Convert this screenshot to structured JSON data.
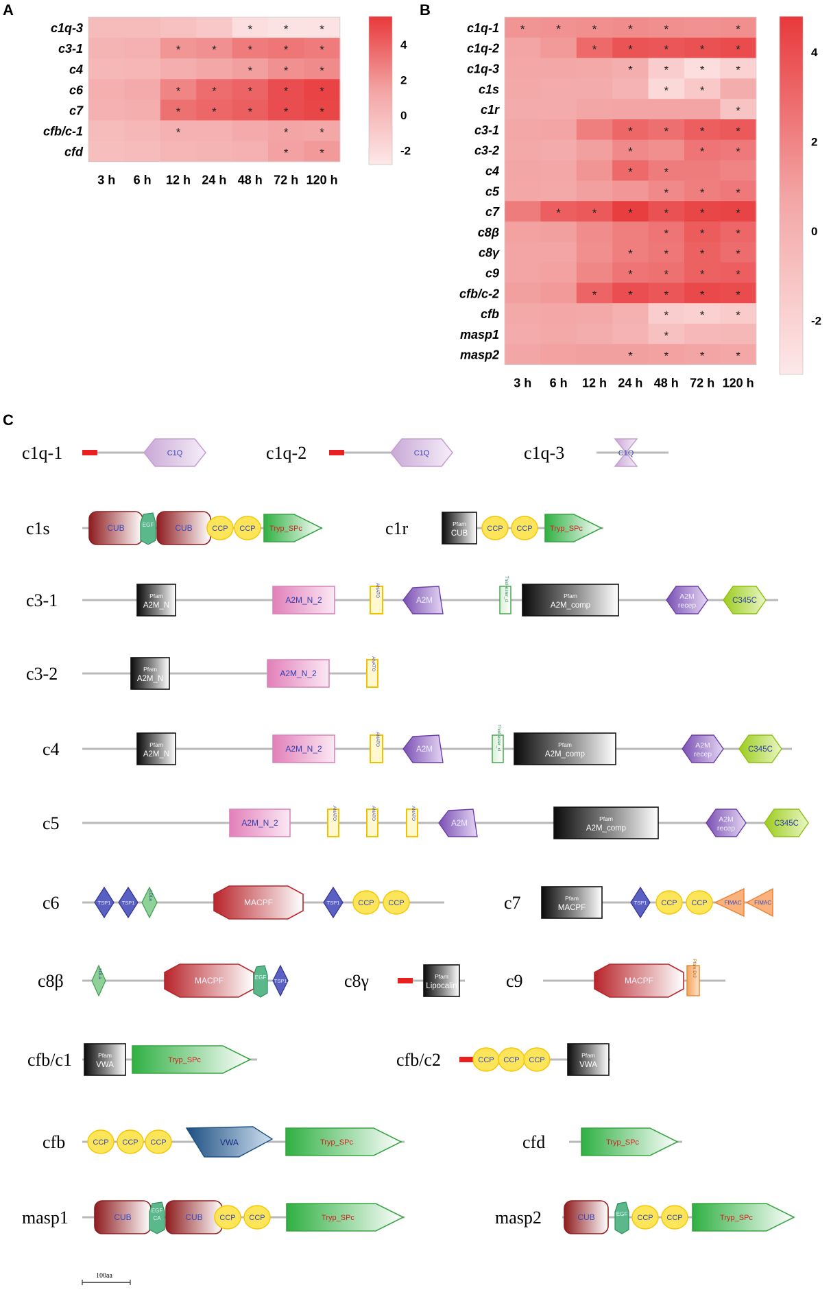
{
  "panel_labels": {
    "a": "A",
    "b": "B",
    "c": "C"
  },
  "colors": {
    "low": "#fde8e8",
    "mid": "#f3a4a4",
    "high": "#e8393b",
    "star": "#222222"
  },
  "chart_data": [
    {
      "id": "A",
      "type": "heatmap",
      "x": [
        "3 h",
        "6 h",
        "12 h",
        "24 h",
        "48 h",
        "72 h",
        "120 h"
      ],
      "y": [
        "c1q-3",
        "c3-1",
        "c4",
        "c6",
        "c7",
        "cfb/c-1",
        "cfd"
      ],
      "values": [
        [
          0.0,
          0.0,
          -0.4,
          -0.8,
          -2.2,
          -2.5,
          -2.4
        ],
        [
          0.4,
          0.6,
          2.0,
          2.2,
          3.0,
          3.2,
          3.0
        ],
        [
          0.2,
          0.3,
          0.8,
          1.2,
          1.6,
          2.2,
          2.4
        ],
        [
          0.7,
          1.0,
          2.6,
          3.6,
          3.9,
          4.8,
          5.2
        ],
        [
          0.6,
          0.8,
          3.4,
          3.8,
          4.1,
          4.8,
          5.1
        ],
        [
          0.0,
          0.2,
          0.6,
          0.6,
          1.0,
          1.4,
          1.2
        ],
        [
          -0.2,
          0.0,
          0.3,
          0.4,
          0.6,
          1.5,
          1.8
        ]
      ],
      "significant": [
        [
          0,
          0,
          0,
          0,
          1,
          1,
          1
        ],
        [
          0,
          0,
          1,
          1,
          1,
          1,
          1
        ],
        [
          0,
          0,
          0,
          0,
          1,
          1,
          1
        ],
        [
          0,
          0,
          1,
          1,
          1,
          1,
          1
        ],
        [
          0,
          0,
          1,
          1,
          1,
          1,
          1
        ],
        [
          0,
          0,
          1,
          0,
          0,
          1,
          1
        ],
        [
          0,
          0,
          0,
          0,
          0,
          1,
          1
        ]
      ],
      "colorbar_ticks": [
        "4",
        "2",
        "0",
        "-2"
      ],
      "colorbar_range": [
        -2.8,
        5.6
      ],
      "star_symbol": "*"
    },
    {
      "id": "B",
      "type": "heatmap",
      "x": [
        "3 h",
        "6 h",
        "12 h",
        "24 h",
        "48 h",
        "72 h",
        "120 h"
      ],
      "y": [
        "c1q-1",
        "c1q-2",
        "c1q-3",
        "c1s",
        "c1r",
        "c3-1",
        "c3-2",
        "c4",
        "c5",
        "c7",
        "c8β",
        "c8γ",
        "c9",
        "cfb/c-2",
        "cfb",
        "masp1",
        "masp2"
      ],
      "values": [
        [
          1.4,
          1.5,
          1.6,
          1.7,
          1.6,
          1.5,
          1.6
        ],
        [
          0.8,
          1.2,
          3.0,
          3.8,
          3.7,
          3.9,
          4.1
        ],
        [
          0.6,
          0.6,
          0.5,
          0.2,
          -1.6,
          -2.6,
          -1.9
        ],
        [
          0.5,
          0.4,
          0.4,
          -0.1,
          -2.3,
          -1.4,
          0.3
        ],
        [
          0.4,
          0.4,
          0.7,
          0.8,
          0.8,
          0.8,
          -1.0
        ],
        [
          0.6,
          0.8,
          2.2,
          3.1,
          2.8,
          3.4,
          3.6
        ],
        [
          0.5,
          0.4,
          1.0,
          1.8,
          1.6,
          2.6,
          2.4
        ],
        [
          0.7,
          0.6,
          1.4,
          3.0,
          2.3,
          2.3,
          2.0
        ],
        [
          0.6,
          0.5,
          1.0,
          1.3,
          1.8,
          2.2,
          2.4
        ],
        [
          2.3,
          3.4,
          3.6,
          4.6,
          3.9,
          4.3,
          4.4
        ],
        [
          0.9,
          1.0,
          1.7,
          2.2,
          2.6,
          3.5,
          3.1
        ],
        [
          0.8,
          0.8,
          1.6,
          2.2,
          2.5,
          3.3,
          2.9
        ],
        [
          0.8,
          0.9,
          1.9,
          2.6,
          2.7,
          3.3,
          3.4
        ],
        [
          1.0,
          1.2,
          3.2,
          4.0,
          3.7,
          4.2,
          4.1
        ],
        [
          0.5,
          0.6,
          0.5,
          0.1,
          -1.6,
          -1.8,
          -1.5
        ],
        [
          0.4,
          0.5,
          0.3,
          -0.1,
          -0.9,
          -0.4,
          -0.3
        ],
        [
          0.7,
          0.9,
          1.0,
          1.0,
          0.9,
          0.8,
          0.6
        ]
      ],
      "significant": [
        [
          1,
          1,
          1,
          1,
          1,
          0,
          1
        ],
        [
          0,
          0,
          1,
          1,
          1,
          1,
          1
        ],
        [
          0,
          0,
          0,
          1,
          1,
          1,
          1
        ],
        [
          0,
          0,
          0,
          0,
          1,
          1,
          0
        ],
        [
          0,
          0,
          0,
          0,
          0,
          0,
          1
        ],
        [
          0,
          0,
          0,
          1,
          1,
          1,
          1
        ],
        [
          0,
          0,
          0,
          1,
          0,
          1,
          1
        ],
        [
          0,
          0,
          0,
          1,
          1,
          0,
          0
        ],
        [
          0,
          0,
          0,
          0,
          1,
          1,
          1
        ],
        [
          0,
          1,
          1,
          1,
          1,
          1,
          1
        ],
        [
          0,
          0,
          0,
          0,
          1,
          1,
          1
        ],
        [
          0,
          0,
          0,
          1,
          1,
          1,
          1
        ],
        [
          0,
          0,
          0,
          1,
          1,
          1,
          1
        ],
        [
          0,
          0,
          1,
          1,
          1,
          1,
          1
        ],
        [
          0,
          0,
          0,
          0,
          1,
          1,
          1
        ],
        [
          0,
          0,
          0,
          0,
          1,
          0,
          0
        ],
        [
          0,
          0,
          0,
          1,
          1,
          1,
          1
        ]
      ],
      "colorbar_ticks": [
        "4",
        "2",
        "0",
        "-2"
      ],
      "colorbar_range": [
        -3.2,
        4.8
      ],
      "star_symbol": "*"
    }
  ],
  "domain_diagram": {
    "scale_bar_label": "100aa",
    "pfam_label": "Pfam",
    "proteins": [
      {
        "name": "c1q-1",
        "domains": [
          {
            "kind": "signal"
          },
          {
            "kind": "hexagon",
            "label": "C1Q",
            "fill": "#d8bfe0",
            "stroke": "#c69dd3",
            "text": "#3b3fb0"
          }
        ]
      },
      {
        "name": "c1q-2",
        "domains": [
          {
            "kind": "signal"
          },
          {
            "kind": "hexagon",
            "label": "C1Q",
            "fill": "#d8bfe0",
            "stroke": "#c69dd3",
            "text": "#3b3fb0"
          }
        ]
      },
      {
        "name": "c1q-3",
        "domains": [
          {
            "kind": "hexagon",
            "label": "C1Q",
            "fill": "#d8bfe0",
            "stroke": "#c69dd3",
            "text": "#3b3fb0"
          }
        ]
      },
      {
        "name": "c1s",
        "domains": [
          {
            "kind": "rounded",
            "label": "CUB"
          },
          {
            "kind": "egf",
            "label": "EGF"
          },
          {
            "kind": "rounded",
            "label": "CUB"
          },
          {
            "kind": "oval",
            "label": "CCP"
          },
          {
            "kind": "oval",
            "label": "CCP"
          },
          {
            "kind": "pentagon",
            "label": "Tryp_SPc"
          }
        ]
      },
      {
        "name": "c1r",
        "domains": [
          {
            "kind": "pfam",
            "label": "CUB"
          },
          {
            "kind": "oval",
            "label": "CCP"
          },
          {
            "kind": "oval",
            "label": "CCP"
          },
          {
            "kind": "pentagon",
            "label": "Tryp_SPc"
          }
        ]
      },
      {
        "name": "c3-1",
        "domains": [
          {
            "kind": "pfam",
            "label": "A2M_N"
          },
          {
            "kind": "pinkbox",
            "label": "A2M_N_2"
          },
          {
            "kind": "yellowbar",
            "label": "ANATO"
          },
          {
            "kind": "purplepent",
            "label": "A2M"
          },
          {
            "kind": "greenbar",
            "label": "Thiol-ester_cl"
          },
          {
            "kind": "pfam",
            "label": "A2M_comp"
          },
          {
            "kind": "purplehex",
            "label": "A2M recep"
          },
          {
            "kind": "limehex",
            "label": "C345C"
          }
        ]
      },
      {
        "name": "c3-2",
        "domains": [
          {
            "kind": "pfam",
            "label": "A2M_N"
          },
          {
            "kind": "pinkbox",
            "label": "A2M_N_2"
          },
          {
            "kind": "yellowbar",
            "label": "ANATO"
          }
        ]
      },
      {
        "name": "c4",
        "domains": [
          {
            "kind": "pfam",
            "label": "A2M_N"
          },
          {
            "kind": "pinkbox",
            "label": "A2M_N_2"
          },
          {
            "kind": "yellowbar",
            "label": "ANATO"
          },
          {
            "kind": "purplepent",
            "label": "A2M"
          },
          {
            "kind": "greenbar",
            "label": "Thiol-ester_cl"
          },
          {
            "kind": "pfam",
            "label": "A2M_comp"
          },
          {
            "kind": "purplehex",
            "label": "A2M recep"
          },
          {
            "kind": "limehex",
            "label": "C345C"
          }
        ]
      },
      {
        "name": "c5",
        "domains": [
          {
            "kind": "pinkbox",
            "label": "A2M_N_2"
          },
          {
            "kind": "yellowbar",
            "label": "ANATO"
          },
          {
            "kind": "yellowbar",
            "label": "ANATO"
          },
          {
            "kind": "yellowbar",
            "label": "ANATO"
          },
          {
            "kind": "purplepent",
            "label": "A2M"
          },
          {
            "kind": "pfam",
            "label": "A2M_comp"
          },
          {
            "kind": "purplehex",
            "label": "A2M recep"
          },
          {
            "kind": "limehex",
            "label": "C345C"
          }
        ]
      },
      {
        "name": "c6",
        "domains": [
          {
            "kind": "diamond",
            "label": "TSP1"
          },
          {
            "kind": "diamond",
            "label": "TSP1"
          },
          {
            "kind": "greendiamond",
            "label": "LDLa"
          },
          {
            "kind": "redoct",
            "label": "MACPF"
          },
          {
            "kind": "diamond",
            "label": "TSP1"
          },
          {
            "kind": "oval",
            "label": "CCP"
          },
          {
            "kind": "oval",
            "label": "CCP"
          }
        ]
      },
      {
        "name": "c7",
        "domains": [
          {
            "kind": "pfam",
            "label": "MACPF"
          },
          {
            "kind": "diamond",
            "label": "TSP1"
          },
          {
            "kind": "oval",
            "label": "CCP"
          },
          {
            "kind": "oval",
            "label": "CCP"
          },
          {
            "kind": "triangle",
            "label": "FIMAC"
          },
          {
            "kind": "triangle",
            "label": "FIMAC"
          }
        ]
      },
      {
        "name": "c8β",
        "domains": [
          {
            "kind": "greendiamond",
            "label": "LDLa"
          },
          {
            "kind": "redoct",
            "label": "MACPF"
          },
          {
            "kind": "egf",
            "label": "EGF"
          },
          {
            "kind": "diamond",
            "label": "TSP1"
          }
        ]
      },
      {
        "name": "c8γ",
        "domains": [
          {
            "kind": "signal"
          },
          {
            "kind": "pfam",
            "label": "Lipocalin"
          }
        ]
      },
      {
        "name": "c9",
        "domains": [
          {
            "kind": "redoct",
            "label": "MACPF"
          },
          {
            "kind": "orangebar",
            "label": "Pfam Dr3"
          }
        ]
      },
      {
        "name": "cfb/c1",
        "domains": [
          {
            "kind": "pfam",
            "label": "VWA"
          },
          {
            "kind": "pentagon",
            "label": "Tryp_SPc"
          }
        ]
      },
      {
        "name": "cfb/c2",
        "domains": [
          {
            "kind": "signal"
          },
          {
            "kind": "oval",
            "label": "CCP"
          },
          {
            "kind": "oval",
            "label": "CCP"
          },
          {
            "kind": "oval",
            "label": "CCP"
          },
          {
            "kind": "pfam",
            "label": "VWA"
          }
        ]
      },
      {
        "name": "cfb",
        "domains": [
          {
            "kind": "oval",
            "label": "CCP"
          },
          {
            "kind": "oval",
            "label": "CCP"
          },
          {
            "kind": "oval",
            "label": "CCP"
          },
          {
            "kind": "bluepent",
            "label": "VWA"
          },
          {
            "kind": "pentagon",
            "label": "Tryp_SPc"
          }
        ]
      },
      {
        "name": "cfd",
        "domains": [
          {
            "kind": "pentagon",
            "label": "Tryp_SPc"
          }
        ]
      },
      {
        "name": "masp1",
        "domains": [
          {
            "kind": "rounded",
            "label": "CUB"
          },
          {
            "kind": "egf",
            "label": "EGF CA"
          },
          {
            "kind": "rounded",
            "label": "CUB"
          },
          {
            "kind": "oval",
            "label": "CCP"
          },
          {
            "kind": "oval",
            "label": "CCP"
          },
          {
            "kind": "pentagon",
            "label": "Tryp_SPc"
          }
        ]
      },
      {
        "name": "masp2",
        "domains": [
          {
            "kind": "rounded",
            "label": "CUB"
          },
          {
            "kind": "egf",
            "label": "EGF"
          },
          {
            "kind": "oval",
            "label": "CCP"
          },
          {
            "kind": "oval",
            "label": "CCP"
          },
          {
            "kind": "pentagon",
            "label": "Tryp_SPc"
          }
        ]
      }
    ]
  }
}
